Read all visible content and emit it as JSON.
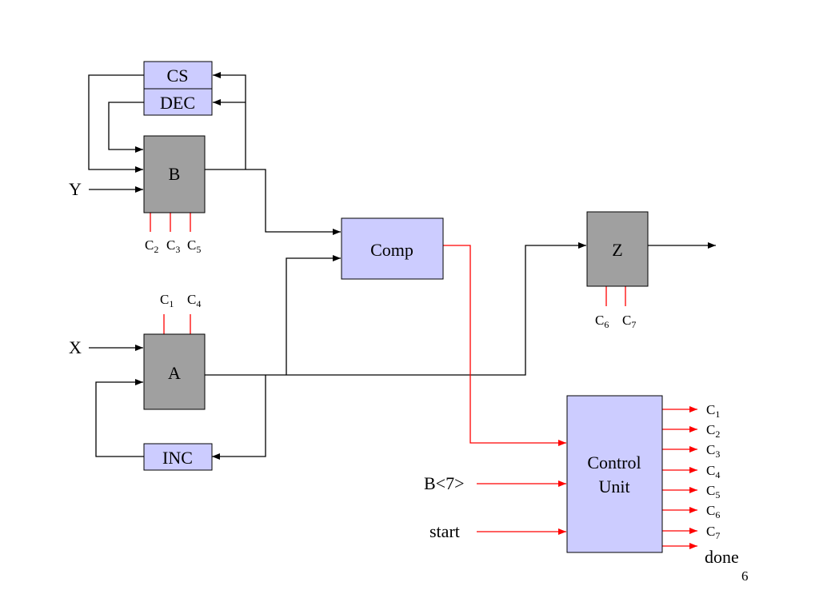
{
  "blocks": {
    "cs": "CS",
    "dec": "DEC",
    "b": "B",
    "a": "A",
    "inc": "INC",
    "comp": "Comp",
    "z": "Z",
    "control_line1": "Control",
    "control_line2": "Unit"
  },
  "inputs": {
    "y": "Y",
    "x": "X",
    "b7": "B<7>",
    "start": "start"
  },
  "control_signals": {
    "letter": "C",
    "b_reg": [
      "2",
      "3",
      "5"
    ],
    "a_reg": [
      "1",
      "4"
    ],
    "z_reg": [
      "6",
      "7"
    ],
    "outputs": [
      "1",
      "2",
      "3",
      "4",
      "5",
      "6",
      "7"
    ]
  },
  "done_label": "done",
  "page_number": "6",
  "colors": {
    "block_blue": "#ccccff",
    "block_gray": "#a0a0a0",
    "control_wire": "#ff0000",
    "data_wire": "#000000"
  }
}
